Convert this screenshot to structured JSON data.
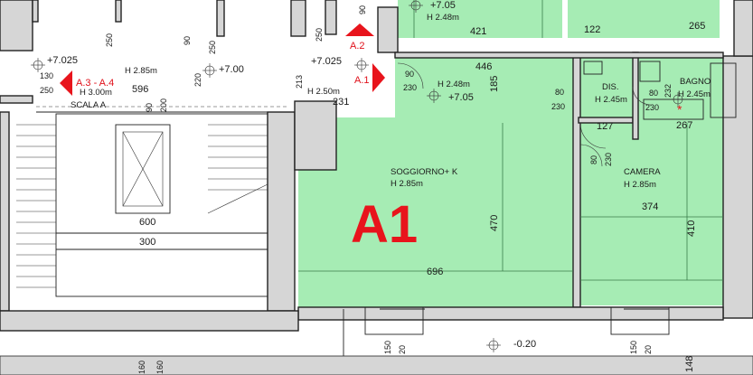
{
  "plan": {
    "unit_label": "A1",
    "accent_red": "#e8141c",
    "apartment_fill": "#a6ecb4",
    "wall_fill": "#d6d6d6",
    "rooms": {
      "soggiorno": {
        "name": "SOGGIORNO+ K",
        "height": "H 2.85m"
      },
      "camera": {
        "name": "CAMERA",
        "height": "H 2.85m"
      },
      "bagno": {
        "name": "BAGNO",
        "height": "H 2.45m"
      },
      "dis": {
        "name": "DIS.",
        "height": "H 2.45m"
      },
      "entry": {
        "height": "H 2.48m",
        "level": "+7.05"
      },
      "scala": {
        "name": "SCALA A",
        "height": "H 3.00m"
      },
      "landing": {
        "height": "H 2.85m",
        "level": "+7.00"
      },
      "corridor": {
        "height": "H 2.50m",
        "level": "+7.025"
      },
      "north_unit": {
        "height": "H 2.48m",
        "level": "+7.05"
      }
    },
    "levels": {
      "left": "+7.025",
      "exterior": "-0.20"
    },
    "section_marks": {
      "a2": "A.2",
      "a1": "A.1",
      "a34": "A.3 - A.4"
    },
    "dims": {
      "d596": "596",
      "d130": "130",
      "d250": "250",
      "d220": "220",
      "d90a": "90",
      "d200": "200",
      "d600": "600",
      "d300": "300",
      "d231": "231",
      "d213": "213",
      "d250b": "250",
      "d250c": "250",
      "d250d": "250",
      "d90b": "90",
      "d90c": "90",
      "d90d": "90",
      "d230": "230",
      "d446": "446",
      "d185": "185",
      "d470": "470",
      "d696": "696",
      "d80a": "80",
      "d230b": "230",
      "d127": "127",
      "d80b": "80",
      "d230c": "230",
      "d374": "374",
      "d410": "410",
      "d80c": "80",
      "d230d": "230",
      "d232": "232",
      "d267": "267",
      "d421": "421",
      "d122": "122",
      "d265": "265",
      "d150a": "150",
      "d20a": "20",
      "d150b": "150",
      "d20b": "20",
      "d160a": "160",
      "d160b": "160",
      "d148": "148"
    }
  }
}
